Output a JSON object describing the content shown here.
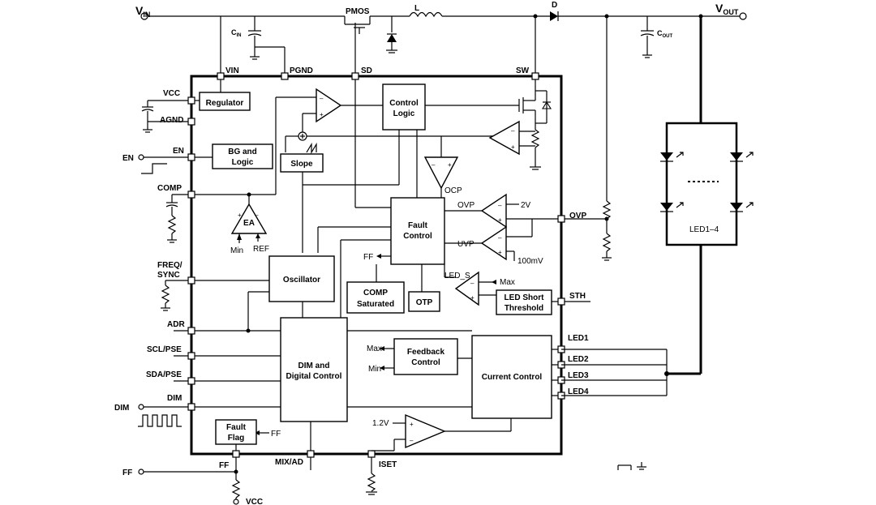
{
  "rails": {
    "vin": "V",
    "vin_sub": "IN",
    "vout": "V",
    "vout_sub": "OUT",
    "pmos": "PMOS",
    "inductor": "L",
    "diode": "D",
    "cin": "C",
    "cin_sub": "IN",
    "cout": "C",
    "cout_sub": "OUT"
  },
  "pins": {
    "vin": "VIN",
    "pgnd": "PGND",
    "sd": "SD",
    "sw": "SW",
    "vcc": "VCC",
    "agnd": "AGND",
    "en": "EN",
    "comp": "COMP",
    "freq": "FREQ/",
    "sync": "SYNC",
    "adr": "ADR",
    "scl": "SCL/PSE",
    "sda": "SDA/PSE",
    "dim": "DIM",
    "ff": "FF",
    "mix": "MIX/AD",
    "iset": "ISET",
    "ovp": "OVP",
    "sth": "STH",
    "led1": "LED1",
    "led2": "LED2",
    "led3": "LED3",
    "led4": "LED4"
  },
  "blocks": {
    "regulator": "Regulator",
    "bg_line1": "BG and",
    "bg_line2": "Logic",
    "control_line1": "Control",
    "control_line2": "Logic",
    "slope": "Slope",
    "fault_line1": "Fault",
    "fault_line2": "Control",
    "oscillator": "Oscillator",
    "comp_sat_line1": "COMP",
    "comp_sat_line2": "Saturated",
    "otp": "OTP",
    "led_short_line1": "LED Short",
    "led_short_line2": "Threshold",
    "dim_line1": "DIM and",
    "dim_line2": "Digital Control",
    "feedback_line1": "Feedback",
    "feedback_line2": "Control",
    "current": "Current Control",
    "fault_flag_line1": "Fault",
    "fault_flag_line2": "Flag"
  },
  "labels": {
    "ea": "EA",
    "min": "Min",
    "ref": "REF",
    "ocp": "OCP",
    "ovp_sig": "OVP",
    "uvp_sig": "UVP",
    "v2": "2V",
    "mv100": "100mV",
    "ff_sig": "FF",
    "led_s": "LED_S",
    "max": "Max",
    "fb_max": "Max",
    "fb_min": "Min",
    "v12": "1.2V",
    "ff_in": "FF",
    "led_string": "LED1–4",
    "en_ext": "EN",
    "dim_ext": "DIM",
    "ff_ext": "FF",
    "vcc_bottom": "VCC",
    "plus": "+",
    "minus": "–"
  }
}
